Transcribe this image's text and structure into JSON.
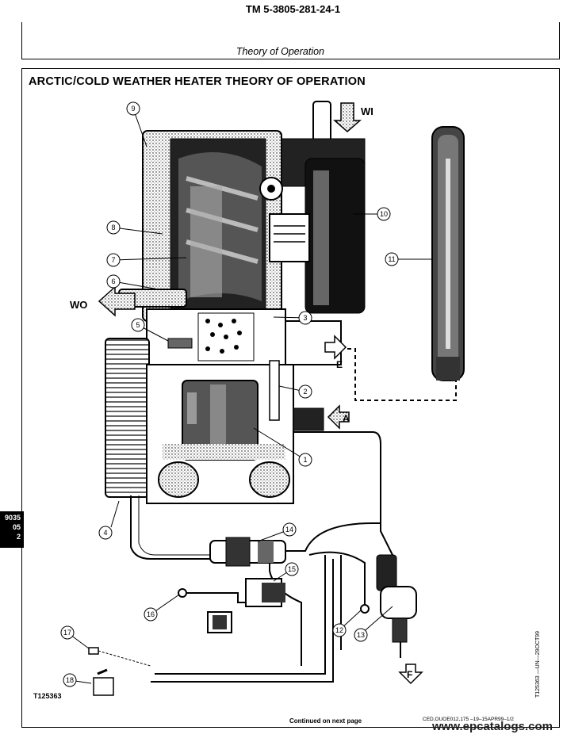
{
  "header": {
    "doc_id": "TM 5-3805-281-24-1",
    "subtitle": "Theory of Operation"
  },
  "section": {
    "title": "ARCTIC/COLD WEATHER HEATER THEORY OF OPERATION"
  },
  "tab": {
    "line1": "9035",
    "line2": "05",
    "line3": "2"
  },
  "callouts": [
    "1",
    "2",
    "3",
    "4",
    "5",
    "6",
    "7",
    "8",
    "9",
    "10",
    "11",
    "12",
    "13",
    "14",
    "15",
    "16",
    "17",
    "18"
  ],
  "flow_labels": {
    "wi": "WI",
    "wo": "WO",
    "e": "E",
    "a": "A",
    "f": "F"
  },
  "figure_id": "T125363",
  "side_code": "T125363 —UN—29OCT99",
  "footer": {
    "continued": "Continued on next page",
    "ref": "CED,OUOE012,175   –19–15APR99–1/2"
  },
  "watermark": "www.epcatalogs.com"
}
